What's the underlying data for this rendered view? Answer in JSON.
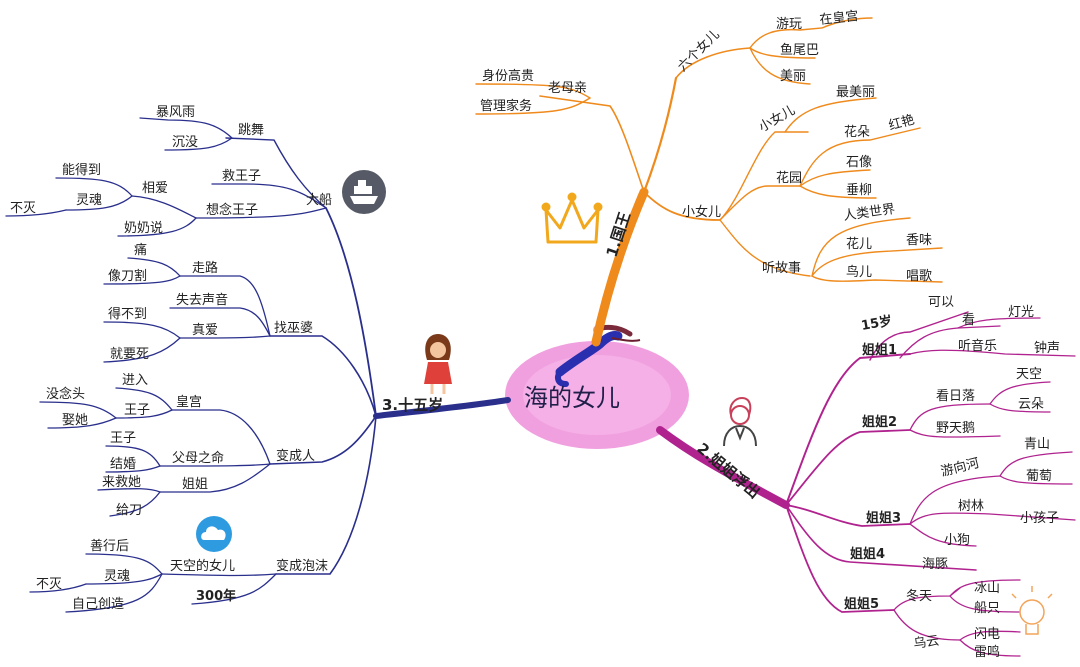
{
  "center": "海的女儿",
  "colors": {
    "orange": "#ef8a1c",
    "navy": "#2a2f8c",
    "magenta": "#b0238f",
    "center_fill": "#ef8fd9",
    "icon_grey": "#555a66",
    "icon_blue": "#2e9be0"
  },
  "b1": {
    "label": "1.国王",
    "icon": "crown-icon",
    "n1": {
      "label": "六个女儿",
      "c1": "游玩",
      "c1a": "在皇宫",
      "c2": "鱼尾巴",
      "c3": "美丽"
    },
    "n2": {
      "label": "老母亲",
      "c1": "身份高贵",
      "c2": "管理家务"
    },
    "n3": {
      "label": "小女儿",
      "a": {
        "label": "小女儿",
        "c1": "最美丽"
      },
      "b": {
        "label": "花园",
        "c1": "花朵",
        "c1a": "红艳",
        "c2": "石像",
        "c3": "垂柳"
      },
      "c": {
        "label": "听故事",
        "c1": "人类世界",
        "c2": "花儿",
        "c2a": "香味",
        "c3": "鸟儿",
        "c3a": "唱歌"
      }
    }
  },
  "b2": {
    "label": "2.姐姐浮出",
    "icon": "woman-icon",
    "s1": {
      "label": "姐姐1",
      "c1": "15岁",
      "c2": "可以",
      "c3": "看",
      "c3a": "灯光",
      "c4": "听音乐",
      "c4a": "钟声"
    },
    "s2": {
      "label": "姐姐2",
      "c1": "看日落",
      "c1a": "天空",
      "c1b": "云朵",
      "c2": "野天鹅"
    },
    "s3": {
      "label": "姐姐3",
      "c1": "游向河",
      "c1a": "青山",
      "c1b": "葡萄",
      "c2": "树林",
      "c2a": "小孩子",
      "c3": "小狗"
    },
    "s4": {
      "label": "姐姐4",
      "c1": "海豚"
    },
    "s5": {
      "label": "姐姐5",
      "c1": "冬天",
      "c1a": "冰山",
      "c1b": "船只",
      "c2": "乌云",
      "c2a": "闪电",
      "c2b": "雷鸣"
    },
    "bulb_icon": "lightbulb-icon"
  },
  "b3": {
    "label": "3.十五岁",
    "icon": "girl-icon",
    "ship": {
      "label": "大船",
      "icon": "ship-icon",
      "d1": "跳舞",
      "d1a": "暴风雨",
      "d1b": "沉没",
      "d2": "相爱",
      "d2a": "能得到",
      "d2b": "灵魂",
      "d2c": "不灭",
      "d3": "救王子",
      "d4": "想念王子",
      "d4a": "奶奶说"
    },
    "witch": {
      "label": "找巫婆",
      "w1": "走路",
      "w1a": "痛",
      "w1b": "像刀割",
      "w2": "失去声音",
      "w3": "真爱",
      "w3a": "得不到",
      "w3b": "就要死"
    },
    "grow": {
      "label": "变成人",
      "g1": "皇宫",
      "g1a": "进入",
      "g1b": "王子",
      "g1c": "没念头",
      "g1d": "娶她",
      "g2": "父母之命",
      "g2a": "王子",
      "g2b": "结婚",
      "g3": "姐姐",
      "g3a": "来救她",
      "g3b": "给刀"
    },
    "foam": {
      "label": "变成泡沫",
      "icon": "cloud-icon",
      "f1": "天空的女儿",
      "f1a": "善行后",
      "f1b": "灵魂",
      "f1c": "不灭",
      "f1d": "自己创造",
      "f2": "300年"
    }
  }
}
